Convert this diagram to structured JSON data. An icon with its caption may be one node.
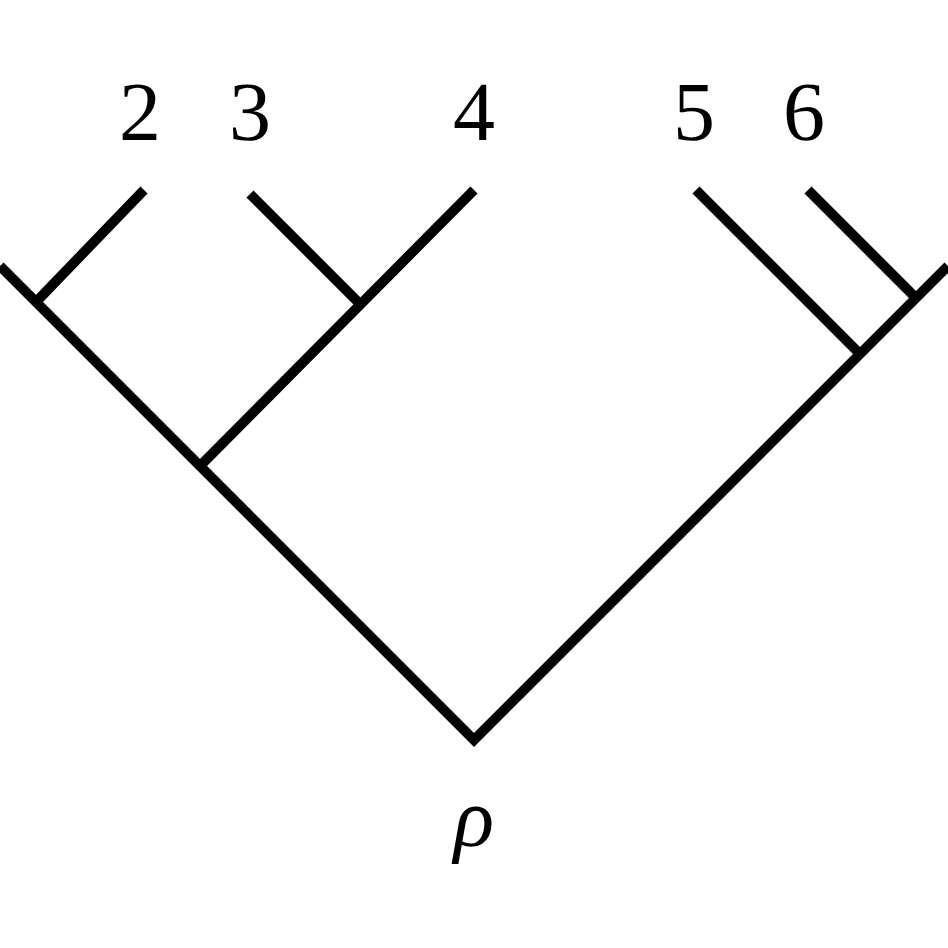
{
  "diagram": {
    "labels": [
      "2",
      "3",
      "4",
      "5",
      "6",
      "ρ"
    ]
  }
}
